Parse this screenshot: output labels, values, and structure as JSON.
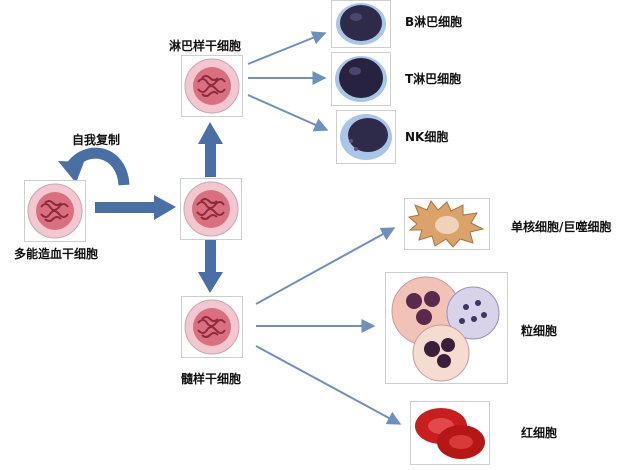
{
  "labels": {
    "multipotent": "多能造血干细胞",
    "self_renewal": "自我复制",
    "lymphoid": "淋巴样干细胞",
    "myeloid": "髓样干细胞",
    "b_cell": "B淋巴细胞",
    "t_cell": "T淋巴细胞",
    "nk_cell": "NK细胞",
    "monocyte": "单核细胞/巨噬细胞",
    "granulocyte": "粒细胞",
    "rbc": "红细胞"
  },
  "colors": {
    "arrow_thick": "#4a6fa5",
    "arrow_thin": "#6f8fbd",
    "stem_cell_body": "#f3c7cf",
    "stem_cell_nucleus": "#d9707f",
    "lymphocyte_nucleus": "#2e2a4a",
    "lymphocyte_halo": "#a9c6e8",
    "rbc": "#c81e1e",
    "monocyte": "#d9a36a",
    "granule": "#6b4a7d"
  }
}
